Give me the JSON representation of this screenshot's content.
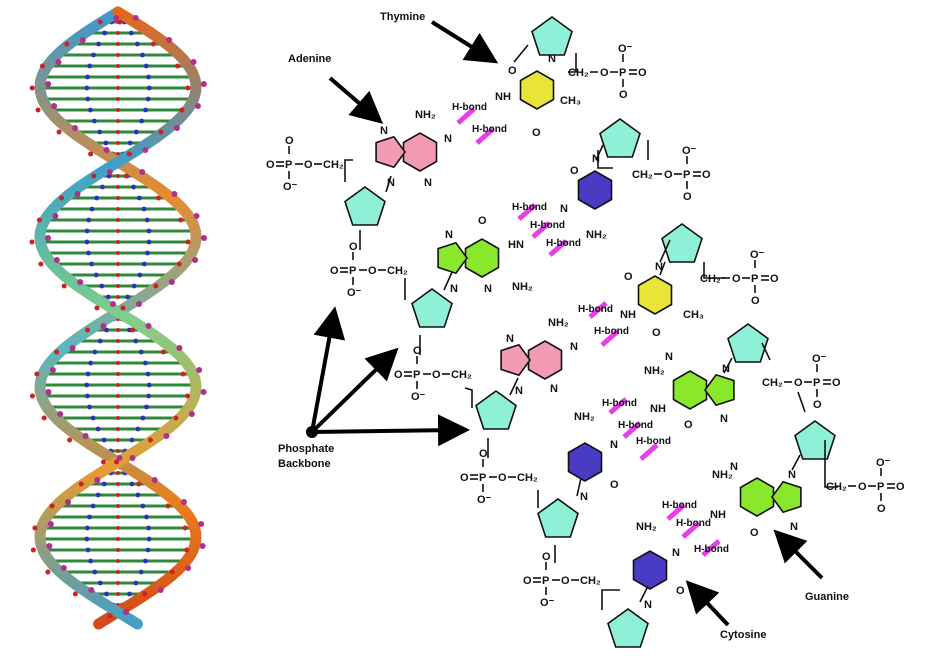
{
  "labels": {
    "adenine": "Adenine",
    "thymine": "Thymine",
    "guanine": "Guanine",
    "cytosine": "Cytosine",
    "phosphate_line1": "Phosphate",
    "phosphate_line2": "Backbone"
  },
  "hbond_label": "H-bond",
  "atoms": {
    "N": "N",
    "O": "O",
    "P": "P",
    "NH": "NH",
    "HN": "HN",
    "NH2": "NH₂",
    "CH3": "CH₃",
    "CH2": "CH₂",
    "Ominus": "O⁻"
  },
  "colors": {
    "adenine": "#f29bb2",
    "thymine": "#e8e43a",
    "guanine": "#8ae82c",
    "cytosine": "#4a3bc4",
    "sugar": "#8ff0d8",
    "hbond": "#e83ee8"
  }
}
